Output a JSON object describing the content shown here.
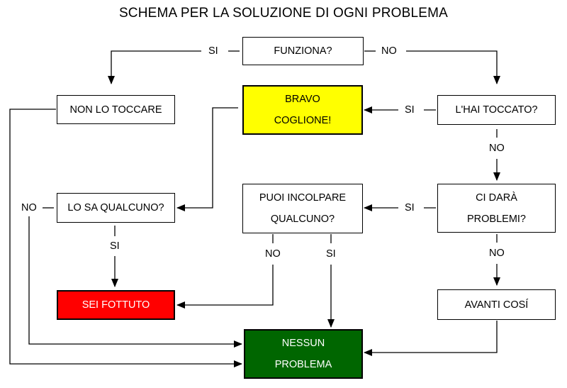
{
  "title": "SCHEMA PER LA SOLUZIONE DI OGNI PROBLEMA",
  "nodes": {
    "funziona": "FUNZIONA?",
    "non_lo_toccare": "NON LO TOCCARE",
    "bravo": "BRAVO\nCOGLIONE!",
    "hai_toccato": "L'HAI TOCCATO?",
    "lo_sa": "LO SA QUALCUNO?",
    "incolpare": "PUOI INCOLPARE\nQUALCUNO?",
    "problemi": "CI DARÀ\nPROBLEMI?",
    "fottuto": "SEI FOTTUTO",
    "avanti": "AVANTI COSÍ",
    "nessun": "NESSUN\nPROBLEMA"
  },
  "labels": {
    "funziona_si": "SI",
    "funziona_no": "NO",
    "toccato_si": "SI",
    "toccato_no": "NO",
    "problemi_si": "SI",
    "problemi_no": "NO",
    "losa_no": "NO",
    "losa_si": "SI",
    "incolpare_no": "NO",
    "incolpare_si": "SI"
  },
  "colors": {
    "bravo_fill": "#ffff00",
    "fottuto_fill": "#ff0000",
    "nessun_fill": "#006600"
  }
}
